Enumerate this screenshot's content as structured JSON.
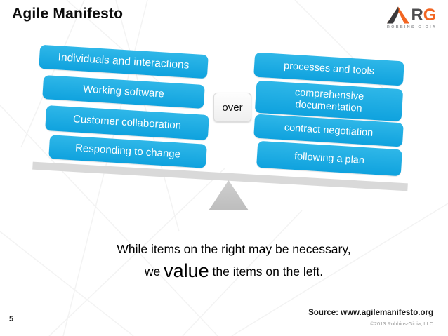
{
  "slide": {
    "title": "Agile Manifesto",
    "page_number": "5",
    "source": "Source: www.agilemanifesto.org",
    "copyright": "©2013 Robbins-Gioia, LLC"
  },
  "logo": {
    "letter_r": "R",
    "letter_g": "G",
    "subtext": "ROBBINS GIOIA"
  },
  "seesaw": {
    "over_label": "over",
    "left_items": [
      "Individuals and interactions",
      "Working software",
      "Customer collaboration",
      "Responding to change"
    ],
    "right_items": [
      "processes and tools",
      "comprehensive documentation",
      "contract negotiation",
      "following a plan"
    ]
  },
  "statement": {
    "line1": "While items on the right may be necessary,",
    "line2_prefix": "we ",
    "line2_emphasis": "value",
    "line2_suffix": " the items on the left."
  },
  "colors": {
    "item_blue": "#14a8e1",
    "beam_gray": "#d9d9d9",
    "fulcrum_gray": "#c7c7c7",
    "logo_orange": "#f26522",
    "logo_dark_gray": "#4d4d4f",
    "text_black": "#111111",
    "copyright_gray": "#9a9a9a"
  }
}
